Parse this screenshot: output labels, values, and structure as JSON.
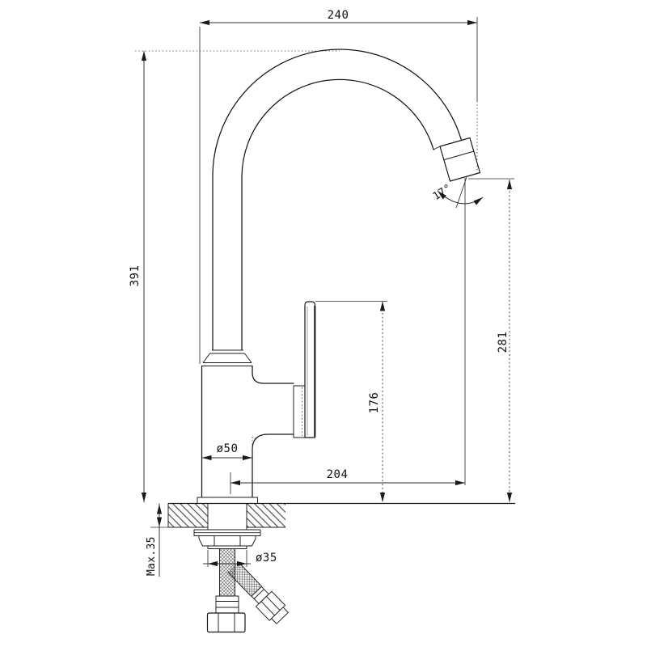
{
  "drawing": {
    "dimensions": {
      "overall_width": "240",
      "overall_height": "391",
      "spout_outlet_height": "281",
      "handle_top_height": "176",
      "spout_reach": "204",
      "body_diameter": "ø50",
      "shank_diameter": "ø35",
      "max_mounting_thickness": "Max.35",
      "outlet_angle": "17°"
    }
  }
}
